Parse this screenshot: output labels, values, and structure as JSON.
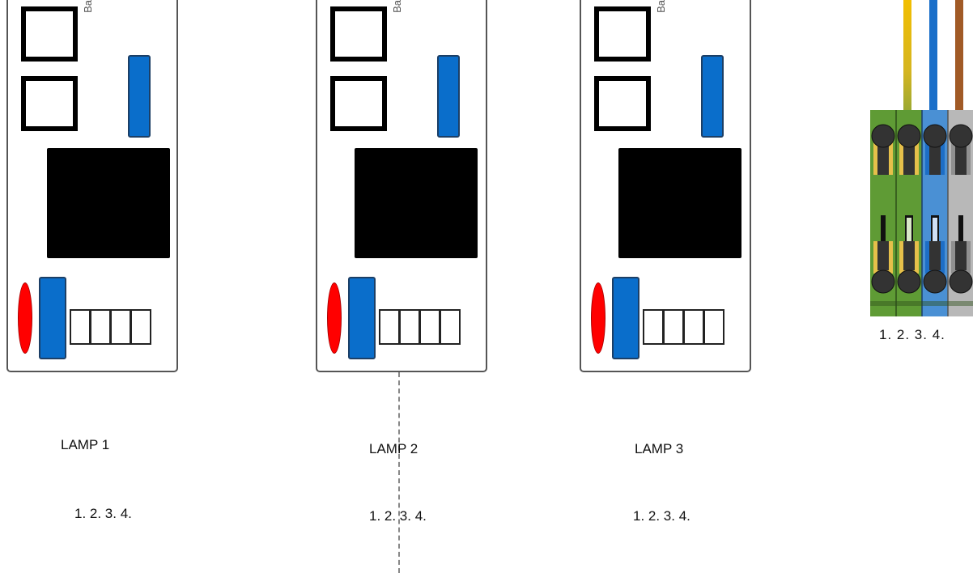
{
  "drivers": [
    {
      "device_text": "Ba"
    },
    {
      "device_text": "Ba"
    },
    {
      "device_text": "Ba"
    }
  ],
  "labels": {
    "lamp1": "LAMP 1",
    "lamp2": "LAMP 2",
    "lamp3": "LAMP 3",
    "lamp1_terminals": "1. 2. 3. 4.",
    "lamp2_terminals": "1. 2. 3. 4.",
    "lamp3_terminals": "1. 2. 3. 4."
  },
  "terminal_block": {
    "numbers": "1.  2.  3.  4.",
    "wire_colors": [
      "#e8b800",
      "#1a6fc9",
      "#a15a26"
    ],
    "module_colors": [
      "#5f9b35",
      "#5f9b35",
      "#4a90d4",
      "#b8b8b8"
    ]
  },
  "colors": {
    "driver_blue": "#0a6ecb",
    "led_red": "#ff0000"
  }
}
